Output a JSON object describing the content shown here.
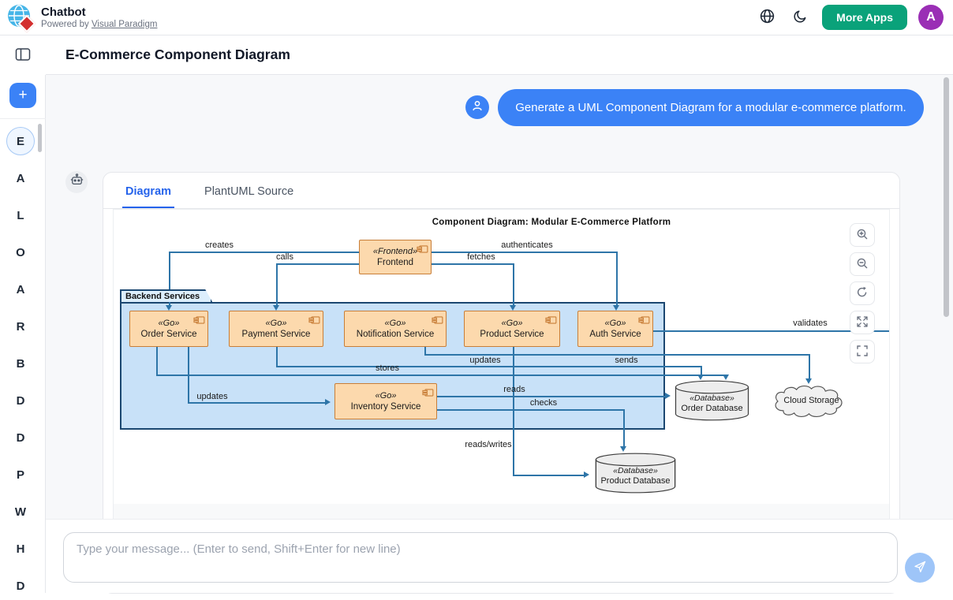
{
  "header": {
    "app_title": "Chatbot",
    "powered_by_prefix": "Powered by",
    "powered_by_link": "Visual Paradigm",
    "more_apps_label": "More Apps",
    "avatar_letter": "A"
  },
  "page": {
    "title": "E-Commerce Component Diagram"
  },
  "sidebar": {
    "new_chat_label": "+",
    "items": [
      "E",
      "A",
      "L",
      "O",
      "A",
      "R",
      "B",
      "D",
      "D",
      "P",
      "W",
      "H",
      "D"
    ]
  },
  "chat": {
    "user_message": "Generate a UML Component Diagram for a modular e-commerce platform.",
    "tabs": [
      {
        "label": "Diagram"
      },
      {
        "label": "PlantUML Source"
      }
    ]
  },
  "diagram": {
    "title": "Component Diagram: Modular E-Commerce Platform",
    "package_label": "Backend Services",
    "frontend": {
      "stereotype": "«Frontend»",
      "name": "Frontend"
    },
    "services": [
      {
        "stereotype": "«Go»",
        "name": "Order Service"
      },
      {
        "stereotype": "«Go»",
        "name": "Payment Service"
      },
      {
        "stereotype": "«Go»",
        "name": "Notification Service"
      },
      {
        "stereotype": "«Go»",
        "name": "Product Service"
      },
      {
        "stereotype": "«Go»",
        "name": "Auth Service"
      },
      {
        "stereotype": "«Go»",
        "name": "Inventory Service"
      }
    ],
    "databases": [
      {
        "stereotype": "«Database»",
        "name": "Order Database"
      },
      {
        "stereotype": "«Database»",
        "name": "Product Database"
      }
    ],
    "cloud": {
      "name": "Cloud Storage"
    },
    "edge_labels": {
      "creates": "creates",
      "calls": "calls",
      "authenticates": "authenticates",
      "fetches": "fetches",
      "validates": "validates",
      "updates_top": "updates",
      "sends": "sends",
      "stores": "stores",
      "reads": "reads",
      "checks": "checks",
      "reads_writes": "reads/writes",
      "updates_inventory": "updates"
    }
  },
  "composer": {
    "placeholder": "Type your message... (Enter to send, Shift+Enter for new line)"
  },
  "colors": {
    "accent_blue": "#3b82f6",
    "more_apps_green": "#0aa27a",
    "avatar_purple": "#9a2eb5",
    "connector_blue": "#2e75a8",
    "component_fill": "#fcd9ad",
    "component_border": "#c87e38",
    "package_fill": "#c8e1f8",
    "package_border": "#1b4771"
  }
}
